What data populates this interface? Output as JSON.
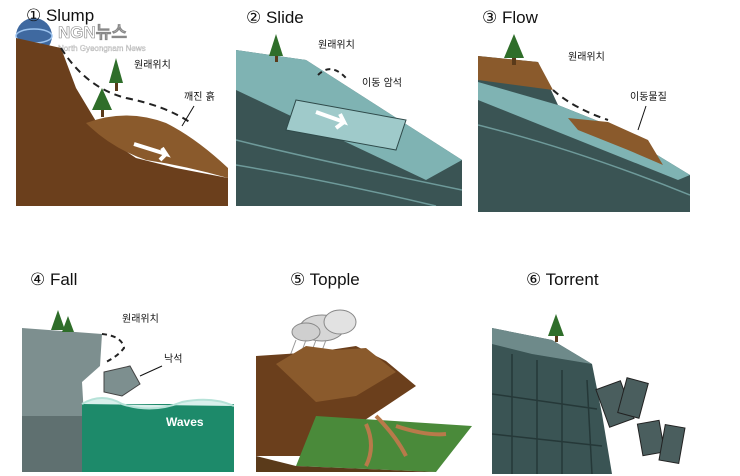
{
  "watermark": {
    "brand": "NGN뉴스",
    "tagline": "North Gyeongnam News"
  },
  "panels": [
    {
      "title": "① Slump",
      "labels": {
        "origin": "원래위치",
        "material": "깨진 흙"
      }
    },
    {
      "title": "② Slide",
      "labels": {
        "origin": "원래위치",
        "material": "이동 암석"
      }
    },
    {
      "title": "③ Flow",
      "labels": {
        "origin": "원래위치",
        "material": "이동물질"
      }
    },
    {
      "title": "④ Fall",
      "labels": {
        "origin": "원래위치",
        "material": "낙석",
        "waves": "Waves"
      }
    },
    {
      "title": "⑤ Topple"
    },
    {
      "title": "⑥ Torrent"
    }
  ],
  "colors": {
    "soil": "#6b3f1c",
    "rock_teal": "#7fb3b3",
    "rock_dark": "#3a5454",
    "grass": "#4a8a3a",
    "tree": "#2f6e2a",
    "water": "#2a8c6a"
  }
}
